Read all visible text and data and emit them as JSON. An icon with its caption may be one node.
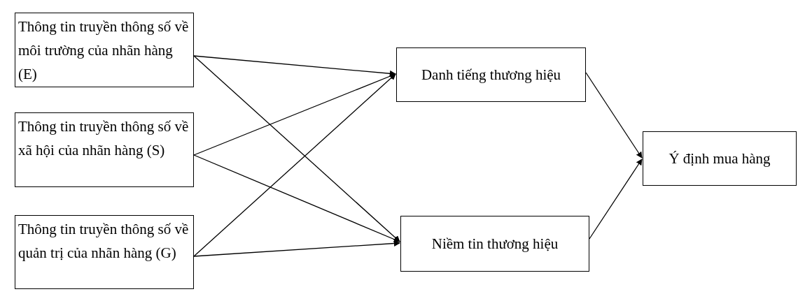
{
  "diagram": {
    "nodes": [
      {
        "text": [
          "Thông tin truyền thông số về môi trường của nhãn hàng (E)"
        ]
      },
      {
        "text": [
          "Thông tin truyền thông số về xã hội của nhãn hàng (S)"
        ]
      },
      {
        "text": [
          "Thông tin truyền thông số về quản trị của nhãn hàng (G)"
        ]
      },
      {
        "text": [
          "Danh tiếng thương hiệu"
        ]
      },
      {
        "text": [
          "Niềm tin thương hiệu"
        ]
      },
      {
        "text": [
          "Ý định mua hàng"
        ]
      }
    ],
    "edges": [
      {
        "from": 0,
        "to": 3,
        "arrow": "to"
      },
      {
        "from": 0,
        "to": 4,
        "arrow": "to"
      },
      {
        "from": 1,
        "to": 3,
        "arrow": "to"
      },
      {
        "from": 1,
        "to": 4,
        "arrow": "to"
      },
      {
        "from": 2,
        "to": 3,
        "arrow": "to"
      },
      {
        "from": 2,
        "to": 4,
        "arrow": "to"
      },
      {
        "from": 3,
        "to": 5,
        "arrow": "to"
      },
      {
        "from": 4,
        "to": 5,
        "arrow": "to"
      }
    ]
  }
}
